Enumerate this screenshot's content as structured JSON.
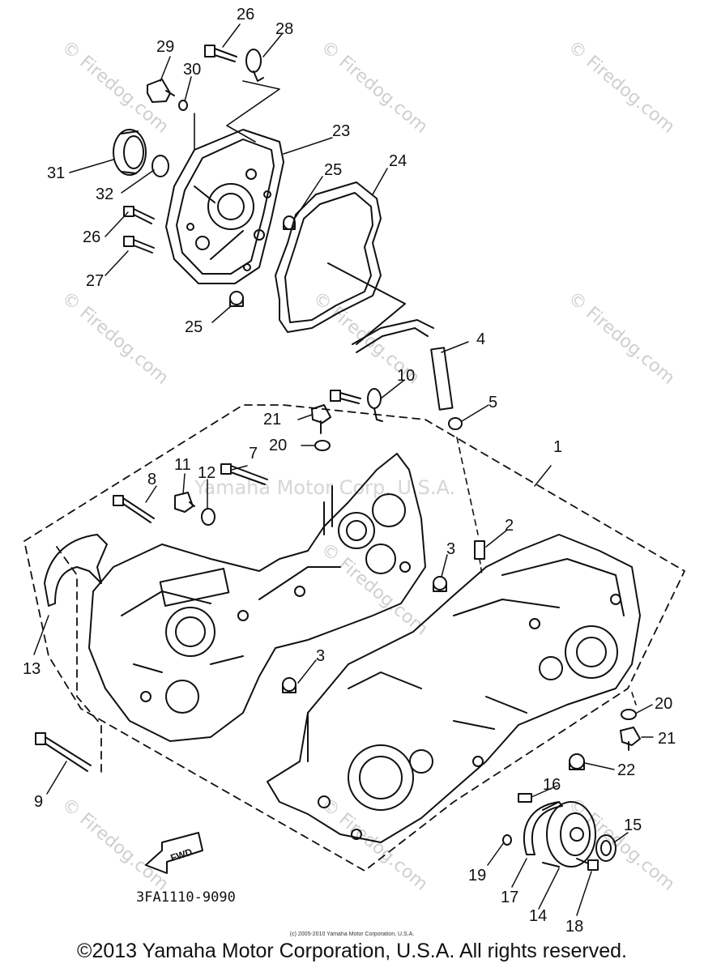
{
  "labels": [
    "1",
    "2",
    "3",
    "3",
    "4",
    "5",
    "7",
    "8",
    "9",
    "10",
    "11",
    "12",
    "13",
    "14",
    "15",
    "16",
    "17",
    "18",
    "19",
    "20",
    "20",
    "21",
    "21",
    "22",
    "23",
    "24",
    "25",
    "25",
    "26",
    "26",
    "27",
    "28",
    "29",
    "30",
    "31",
    "32"
  ],
  "watermarks": {
    "site": "© Firedog.com",
    "center": "Yamaha Motor Corp, U.S.A."
  },
  "fwd_label": "FWD",
  "part_code": "3FA1110-9090",
  "small_credit": "(c) 2005-2010 Yamaha Motor Corporation, U.S.A.",
  "copyright": "©2013 Yamaha Motor Corporation, U.S.A. All rights reserved."
}
